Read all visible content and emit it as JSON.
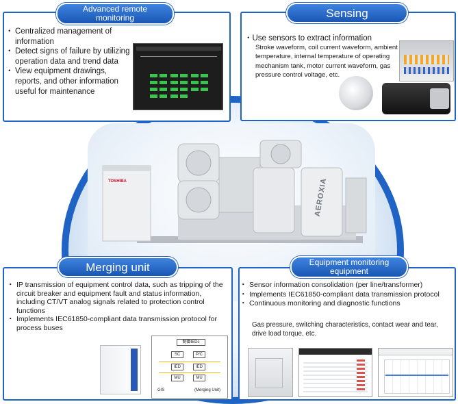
{
  "remote": {
    "title_line1": "Advanced remote",
    "title_line2": "monitoring",
    "items": [
      "Centralized management of information",
      "Detect signs of failure by utilizing operation data and trend data",
      "View equipment drawings, reports, and other information useful for maintenance"
    ]
  },
  "sensing": {
    "title": "Sensing",
    "main": "Use sensors to extract information",
    "detail": "Stroke waveform, coil current waveform, ambient temperature, internal temperature of operating mechanism tank, motor current waveform, gas pressure control voltage, etc."
  },
  "merging": {
    "title": "Merging unit",
    "items": [
      "IP transmission of equipment control  data, such as tripping of the circuit breaker and equipment fault and status information, including CT/VT analog signals related to protection control functions",
      "Implements IEC61850-compliant data transmission protocol for process buses"
    ],
    "diagram": {
      "top": "制御IEDs",
      "sc": "SC",
      "pc": "P/C",
      "ied": "IED",
      "mu": "MU",
      "gis": "GIS",
      "mu_label": "(Merging Unit)"
    }
  },
  "equipment": {
    "title_line1": "Equipment monitoring",
    "title_line2": "equipment",
    "items": [
      "Sensor information consolidation (per line/transformer)",
      "Implements IEC61850-compliant data transmission protocol",
      "Continuous monitoring and diagnostic functions"
    ],
    "detail": "Gas pressure, switching characteristics, contact wear and tear, drive load torque, etc."
  },
  "product": {
    "brand": "TOSHIBA",
    "name": "AEROXIA"
  }
}
